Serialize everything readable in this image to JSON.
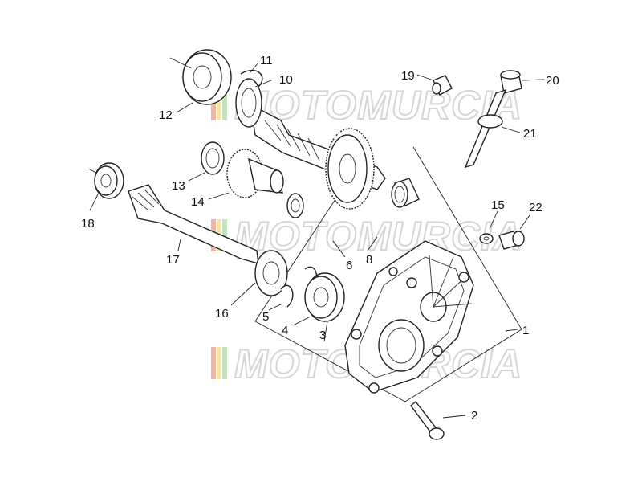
{
  "watermark": {
    "brand": "MOTOMURCIA",
    "stripe_colors": [
      "#e8776e",
      "#f0cf57",
      "#8fcf86"
    ]
  },
  "callouts": [
    {
      "id": "1",
      "label": "1"
    },
    {
      "id": "2",
      "label": "2"
    },
    {
      "id": "3",
      "label": "3"
    },
    {
      "id": "4",
      "label": "4"
    },
    {
      "id": "5",
      "label": "5"
    },
    {
      "id": "6",
      "label": "6"
    },
    {
      "id": "8",
      "label": "8"
    },
    {
      "id": "10",
      "label": "10"
    },
    {
      "id": "11",
      "label": "11"
    },
    {
      "id": "12",
      "label": "12"
    },
    {
      "id": "13",
      "label": "13"
    },
    {
      "id": "14",
      "label": "14"
    },
    {
      "id": "15",
      "label": "15"
    },
    {
      "id": "16",
      "label": "16"
    },
    {
      "id": "17",
      "label": "17"
    },
    {
      "id": "18",
      "label": "18"
    },
    {
      "id": "19",
      "label": "19"
    },
    {
      "id": "20",
      "label": "20"
    },
    {
      "id": "21",
      "label": "21"
    },
    {
      "id": "22",
      "label": "22"
    }
  ]
}
